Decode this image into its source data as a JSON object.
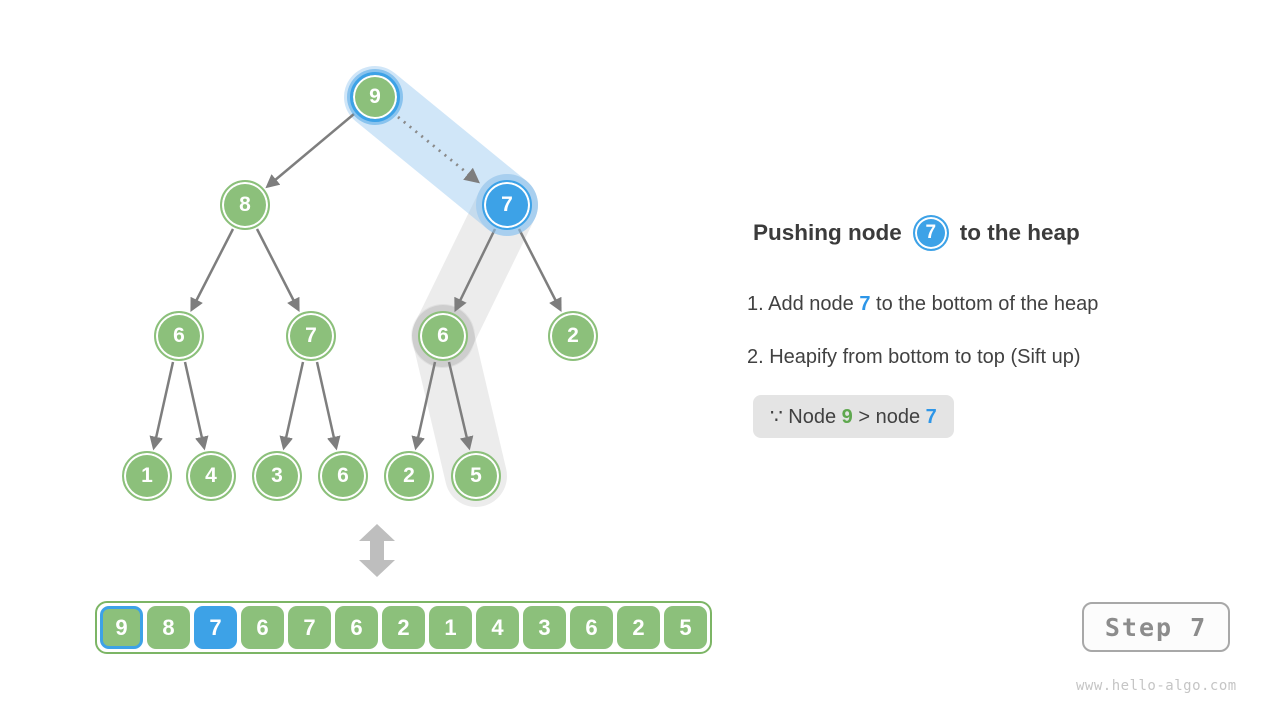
{
  "palette": {
    "node-green": "#8cc07b",
    "node-blue": "#3da2e7",
    "array-border": "#7cb565",
    "edge-gray": "#7e7e7e",
    "band-blue": "rgba(151,200,240,0.45)",
    "band-gray": "rgba(0,0,0,0.075)",
    "halo-gray": "rgba(0,0,0,0.05)",
    "swap-gray": "#bebebe",
    "text-dark": "#3b3b3b",
    "text-body": "#414141",
    "text-blue": "#2d96e8",
    "text-green": "#5fa84f",
    "note-bg": "#e4e4e4"
  },
  "tree": {
    "nodes": [
      {
        "value": "9",
        "state": "root-blue-ring"
      },
      {
        "value": "8",
        "state": "normal"
      },
      {
        "value": "7",
        "state": "inserted-blue"
      },
      {
        "value": "6",
        "state": "normal"
      },
      {
        "value": "7",
        "state": "normal"
      },
      {
        "value": "6",
        "state": "gray-halo"
      },
      {
        "value": "2",
        "state": "normal"
      },
      {
        "value": "1",
        "state": "normal"
      },
      {
        "value": "4",
        "state": "normal"
      },
      {
        "value": "3",
        "state": "normal"
      },
      {
        "value": "6",
        "state": "normal"
      },
      {
        "value": "2",
        "state": "normal"
      },
      {
        "value": "5",
        "state": "normal"
      }
    ],
    "edges": [
      {
        "from": 0,
        "to": 1,
        "style": "solid"
      },
      {
        "from": 0,
        "to": 2,
        "style": "dotted"
      },
      {
        "from": 1,
        "to": 3,
        "style": "solid"
      },
      {
        "from": 1,
        "to": 4,
        "style": "solid"
      },
      {
        "from": 2,
        "to": 5,
        "style": "solid"
      },
      {
        "from": 2,
        "to": 6,
        "style": "solid"
      },
      {
        "from": 3,
        "to": 7,
        "style": "solid"
      },
      {
        "from": 3,
        "to": 8,
        "style": "solid"
      },
      {
        "from": 4,
        "to": 9,
        "style": "solid"
      },
      {
        "from": 4,
        "to": 10,
        "style": "solid"
      },
      {
        "from": 5,
        "to": 11,
        "style": "solid"
      },
      {
        "from": 5,
        "to": 12,
        "style": "solid"
      }
    ],
    "highlight_paths": [
      {
        "nodes": [
          0,
          2
        ],
        "color": "blue"
      },
      {
        "nodes": [
          2,
          5,
          12
        ],
        "color": "gray"
      }
    ]
  },
  "array": {
    "cells": [
      {
        "value": "9",
        "state": "blue-border"
      },
      {
        "value": "8",
        "state": "normal"
      },
      {
        "value": "7",
        "state": "blue-fill"
      },
      {
        "value": "6",
        "state": "normal"
      },
      {
        "value": "7",
        "state": "normal"
      },
      {
        "value": "6",
        "state": "normal"
      },
      {
        "value": "2",
        "state": "normal"
      },
      {
        "value": "1",
        "state": "normal"
      },
      {
        "value": "4",
        "state": "normal"
      },
      {
        "value": "3",
        "state": "normal"
      },
      {
        "value": "6",
        "state": "normal"
      },
      {
        "value": "2",
        "state": "normal"
      },
      {
        "value": "5",
        "state": "normal"
      }
    ]
  },
  "panel": {
    "title_prefix": "Pushing node",
    "title_badge": "7",
    "title_suffix": "to the heap",
    "steps": [
      {
        "prefix": "1. Add node ",
        "highlight": "7",
        "suffix": " to the bottom of the heap"
      },
      {
        "prefix": "2. Heapify from bottom to top (Sift up)",
        "highlight": "",
        "suffix": ""
      }
    ],
    "note": {
      "prefix": "∵ Node ",
      "green": "9",
      "middle": " > node ",
      "blue": "7"
    }
  },
  "step_badge_label": "Step 7",
  "watermark": "www.hello-algo.com"
}
